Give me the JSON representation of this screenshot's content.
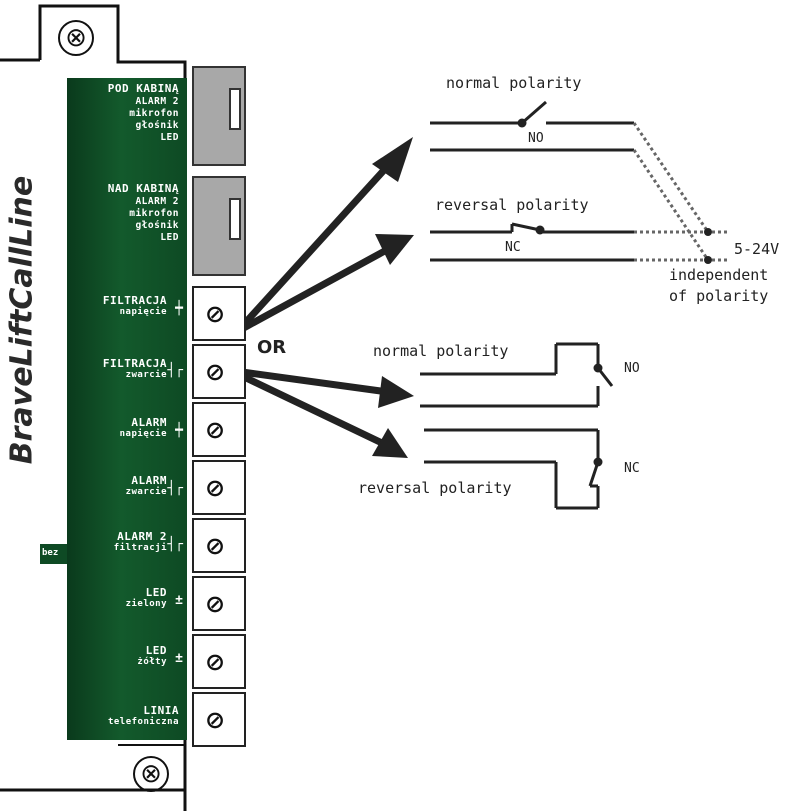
{
  "brand": "BraveLiftCallLine",
  "connectors": [
    {
      "title": "POD KABINĄ",
      "lines": [
        "ALARM 2",
        "mikrofon",
        "głośnik",
        "LED"
      ]
    },
    {
      "title": "NAD KABINĄ",
      "lines": [
        "ALARM 2",
        "mikrofon",
        "głośnik",
        "LED"
      ]
    }
  ],
  "terminals": [
    {
      "title": "FILTRACJA",
      "sub": "napięcie",
      "symbol": "┿"
    },
    {
      "title": "FILTRACJA",
      "sub": "zwarcie",
      "symbol": "┤┌"
    },
    {
      "title": "ALARM",
      "sub": "napięcie",
      "symbol": "┿"
    },
    {
      "title": "ALARM",
      "sub": "zwarcie",
      "symbol": "┤┌"
    },
    {
      "title": "ALARM 2",
      "sub": "filtracji",
      "symbol": "┤┌"
    },
    {
      "title": "LED",
      "sub": "zielony",
      "symbol": "±"
    },
    {
      "title": "LED",
      "sub": "żółty",
      "symbol": "±"
    },
    {
      "title": "LINIA",
      "sub": "telefoniczna",
      "symbol": ""
    }
  ],
  "bez_label": "bez",
  "or_label": "OR",
  "diagram": {
    "voltage_wiring": {
      "normal_label": "normal polarity",
      "normal_contact": "NO",
      "reversal_label": "reversal polarity",
      "reversal_contact": "NC",
      "voltage": "5-24V",
      "note_line1": "independent",
      "note_line2": "of polarity"
    },
    "short_wiring": {
      "normal_label": "normal polarity",
      "normal_contact": "NO",
      "reversal_label": "reversal polarity",
      "reversal_contact": "NC"
    }
  },
  "colors": {
    "pcb": "#135a2c",
    "connector": "#a8a8a8",
    "ink": "#222222",
    "wire_dotted": "#666666"
  }
}
